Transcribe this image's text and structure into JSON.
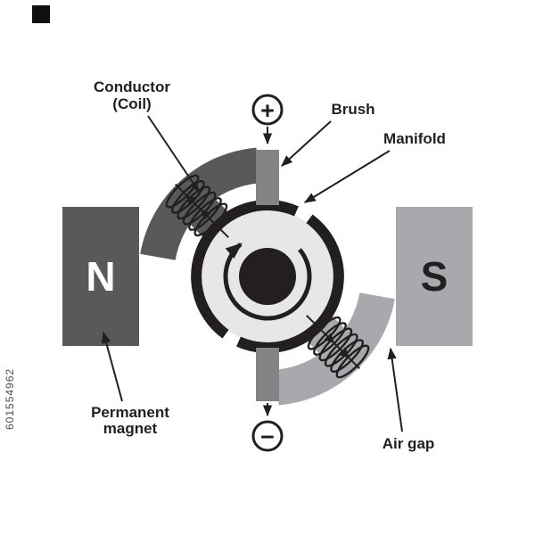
{
  "watermark": {
    "id_text": "601554962"
  },
  "labels": {
    "conductor_line1": "Conductor",
    "conductor_line2": "(Coil)",
    "brush": "Brush",
    "manifold": "Manifold",
    "permanent_magnet_line1": "Permanent",
    "permanent_magnet_line2": "magnet",
    "air_gap": "Air gap",
    "north_pole": "N",
    "south_pole": "S",
    "positive_terminal": "+",
    "negative_terminal": "−"
  },
  "colors": {
    "dark_gray": "#58595b",
    "light_gray": "#a7a9ac",
    "brush_gray": "#818385",
    "rotor_fill": "#e7e7e8",
    "ink": "#231f20",
    "background": "#ffffff"
  }
}
